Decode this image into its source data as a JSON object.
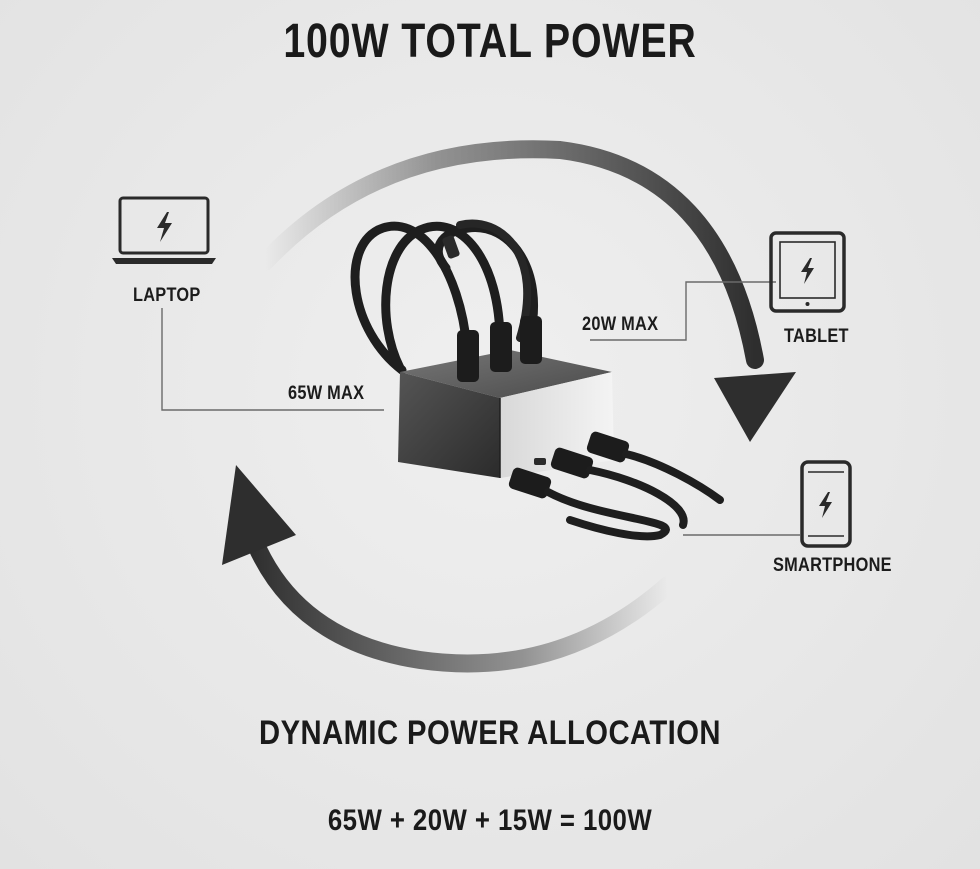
{
  "title": "100W TOTAL POWER",
  "devices": {
    "laptop": {
      "label": "LAPTOP",
      "limit": "65W MAX",
      "icon": "laptop-icon"
    },
    "tablet": {
      "label": "TABLET",
      "limit": "20W MAX",
      "icon": "tablet-icon"
    },
    "smartphone": {
      "label": "SMARTPHONE",
      "icon": "smartphone-icon"
    }
  },
  "subtitle": "DYNAMIC POWER ALLOCATION",
  "equation": "65W + 20W + 15W = 100W",
  "colors": {
    "background": "#e8e8e8",
    "ink": "#1a1a1a",
    "charger_body": "#3a3a3a",
    "charger_front": "#e6e6e6"
  }
}
